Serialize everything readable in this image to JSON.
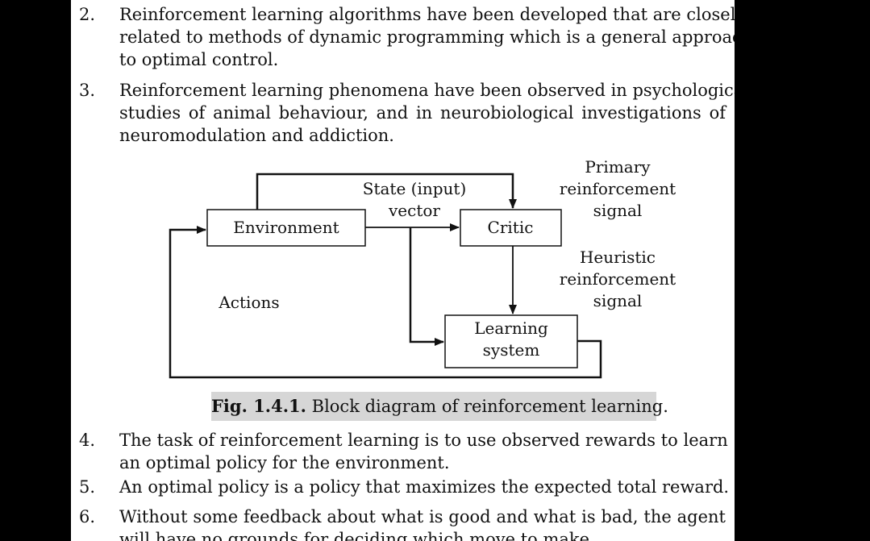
{
  "items_top": [
    {
      "number": "2.",
      "lines": [
        "Reinforcement learning algorithms have been developed that are closely",
        "related to methods of dynamic programming which is a general approach",
        "to optimal control."
      ]
    },
    {
      "number": "3.",
      "lines": [
        "Reinforcement learning phenomena have been observed in psychological",
        "studies of animal behaviour, and in neurobiological investigations of",
        "neuromodulation and addiction."
      ]
    }
  ],
  "diagram": {
    "environment_label": "Environment",
    "critic_label": "Critic",
    "learning_line1": "Learning",
    "learning_line2": "system",
    "state_line1": "State (input)",
    "state_line2": "vector",
    "primary_line1": "Primary",
    "primary_line2": "reinforcement",
    "primary_line3": "signal",
    "heuristic_line1": "Heuristic",
    "heuristic_line2": "reinforcement",
    "heuristic_line3": "signal",
    "actions_label": "Actions"
  },
  "caption": {
    "label": "Fig. 1.4.1.",
    "text": " Block diagram of reinforcement learning."
  },
  "items_bottom": [
    {
      "number": "4.",
      "lines": [
        "The task of reinforcement learning is to use observed rewards to learn",
        "an optimal policy for the environment."
      ]
    },
    {
      "number": "5.",
      "lines": [
        "An optimal policy is a policy that maximizes the expected total reward."
      ]
    },
    {
      "number": "6.",
      "lines": [
        "Without some feedback about what is good and what is bad, the agent",
        "will have no grounds for deciding which move to make."
      ]
    }
  ]
}
